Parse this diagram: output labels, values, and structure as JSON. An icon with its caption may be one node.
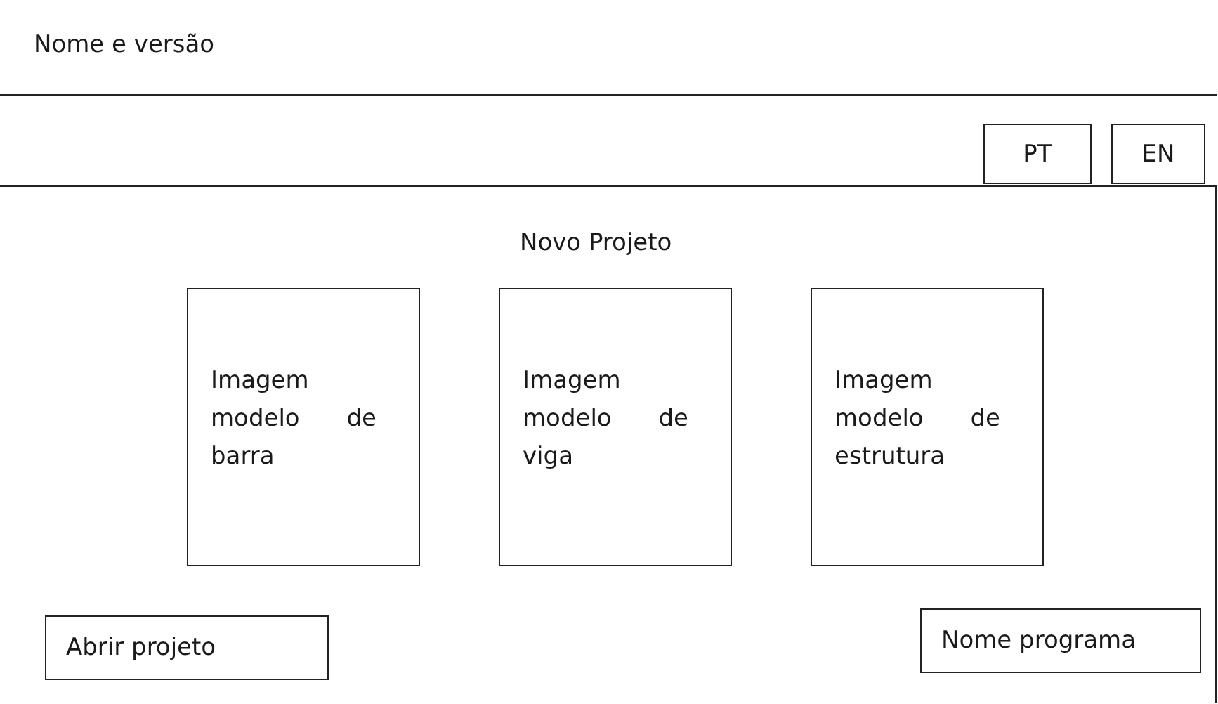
{
  "diagram": {
    "nodes": [
      {
        "text": [
          "Nome e versão"
        ]
      },
      {
        "text": [],
        "shape": "box"
      },
      {
        "text": [
          "PT"
        ],
        "in": 1
      },
      {
        "text": [
          "EN"
        ],
        "in": 1
      },
      {
        "text": [
          "Imagem modelo de barra"
        ]
      },
      {
        "text": [
          "Imagem modelo de viga"
        ]
      },
      {
        "text": [
          "Imagem modelo de estrutura"
        ]
      },
      {
        "text": [
          "Abrir projeto"
        ]
      },
      {
        "text": [
          "Nome programa"
        ]
      }
    ],
    "edges": [],
    "labels": [
      "Novo Projeto"
    ]
  }
}
